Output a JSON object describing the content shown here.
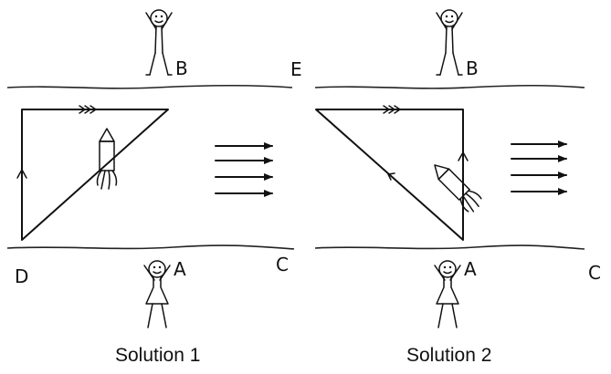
{
  "figure": {
    "panel_1": {
      "caption": "Solution 1",
      "points": {
        "B": "B",
        "A": "A",
        "C": "C",
        "D": "D"
      }
    },
    "panel_2": {
      "caption": "Solution 2",
      "points": {
        "E": "E",
        "B": "B",
        "A": "A",
        "C": "C"
      }
    },
    "colors": {
      "ink": "#111111",
      "background": "#ffffff"
    },
    "icons": [
      "person-figure",
      "rocket-boat",
      "current-arrow",
      "double-chevron-arrow"
    ]
  }
}
